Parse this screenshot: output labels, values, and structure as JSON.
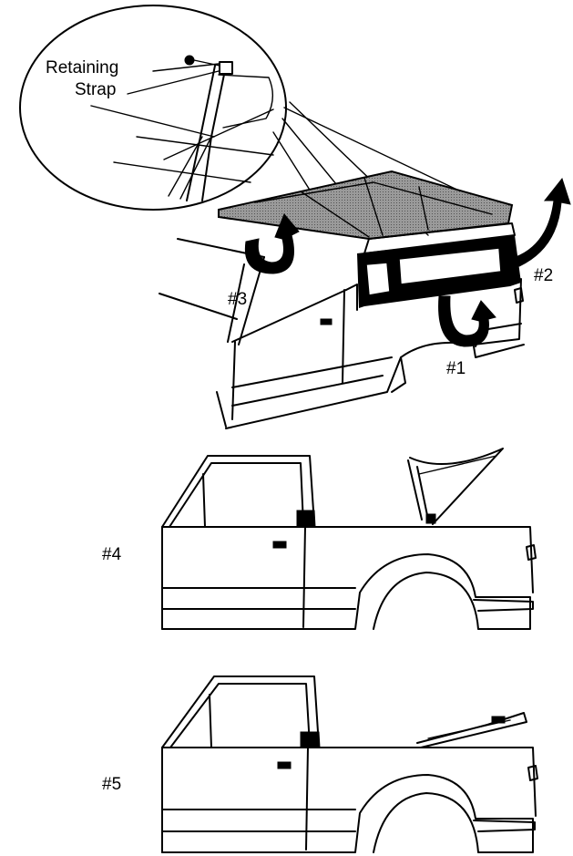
{
  "callout": {
    "line1": "Retaining",
    "line2": "Strap"
  },
  "steps": {
    "s1": "#1",
    "s2": "#2",
    "s3": "#3",
    "s4": "#4",
    "s5": "#5"
  },
  "colors": {
    "top_fill": "#8c8c8c",
    "ink": "#000000",
    "paper": "#ffffff"
  },
  "icons": [
    "rotate-arrow-icon",
    "lift-arrow-icon"
  ]
}
